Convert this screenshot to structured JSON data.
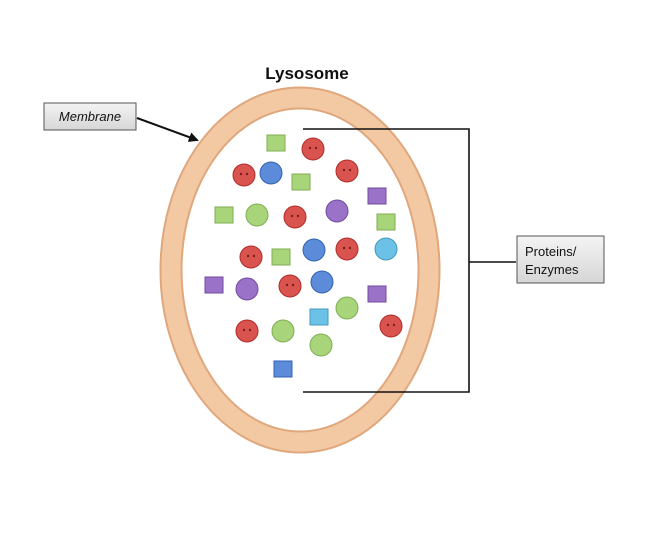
{
  "title": "Lysosome",
  "labels": {
    "membrane": "Membrane",
    "proteins_line1": "Proteins/",
    "proteins_line2": "Enzymes"
  },
  "colors": {
    "membrane": "#f3c9a4",
    "membrane_edge": "#e0a77d",
    "red": "#d9534f",
    "blue": "#5b8bd9",
    "purple": "#9a72c7",
    "green": "#a8d57a",
    "cyan": "#6bc1e6",
    "label_box": "#e8e8e8"
  },
  "particles": [
    {
      "kind": "square",
      "color": "green"
    },
    {
      "kind": "face",
      "color": "red"
    },
    {
      "kind": "face",
      "color": "red"
    },
    {
      "kind": "circle",
      "color": "blue"
    },
    {
      "kind": "square",
      "color": "green"
    },
    {
      "kind": "face",
      "color": "red"
    },
    {
      "kind": "square",
      "color": "purple"
    },
    {
      "kind": "square",
      "color": "green"
    },
    {
      "kind": "circle",
      "color": "green"
    },
    {
      "kind": "face",
      "color": "red"
    },
    {
      "kind": "circle",
      "color": "purple"
    },
    {
      "kind": "square",
      "color": "green"
    },
    {
      "kind": "face",
      "color": "red"
    },
    {
      "kind": "square",
      "color": "green"
    },
    {
      "kind": "circle",
      "color": "blue"
    },
    {
      "kind": "face",
      "color": "red"
    },
    {
      "kind": "circle",
      "color": "cyan"
    },
    {
      "kind": "square",
      "color": "purple"
    },
    {
      "kind": "circle",
      "color": "purple"
    },
    {
      "kind": "face",
      "color": "red"
    },
    {
      "kind": "circle",
      "color": "blue"
    },
    {
      "kind": "circle",
      "color": "green"
    },
    {
      "kind": "square",
      "color": "purple"
    },
    {
      "kind": "face",
      "color": "red"
    },
    {
      "kind": "circle",
      "color": "green"
    },
    {
      "kind": "square",
      "color": "cyan"
    },
    {
      "kind": "face",
      "color": "red"
    },
    {
      "kind": "circle",
      "color": "green"
    },
    {
      "kind": "square",
      "color": "blue"
    }
  ]
}
